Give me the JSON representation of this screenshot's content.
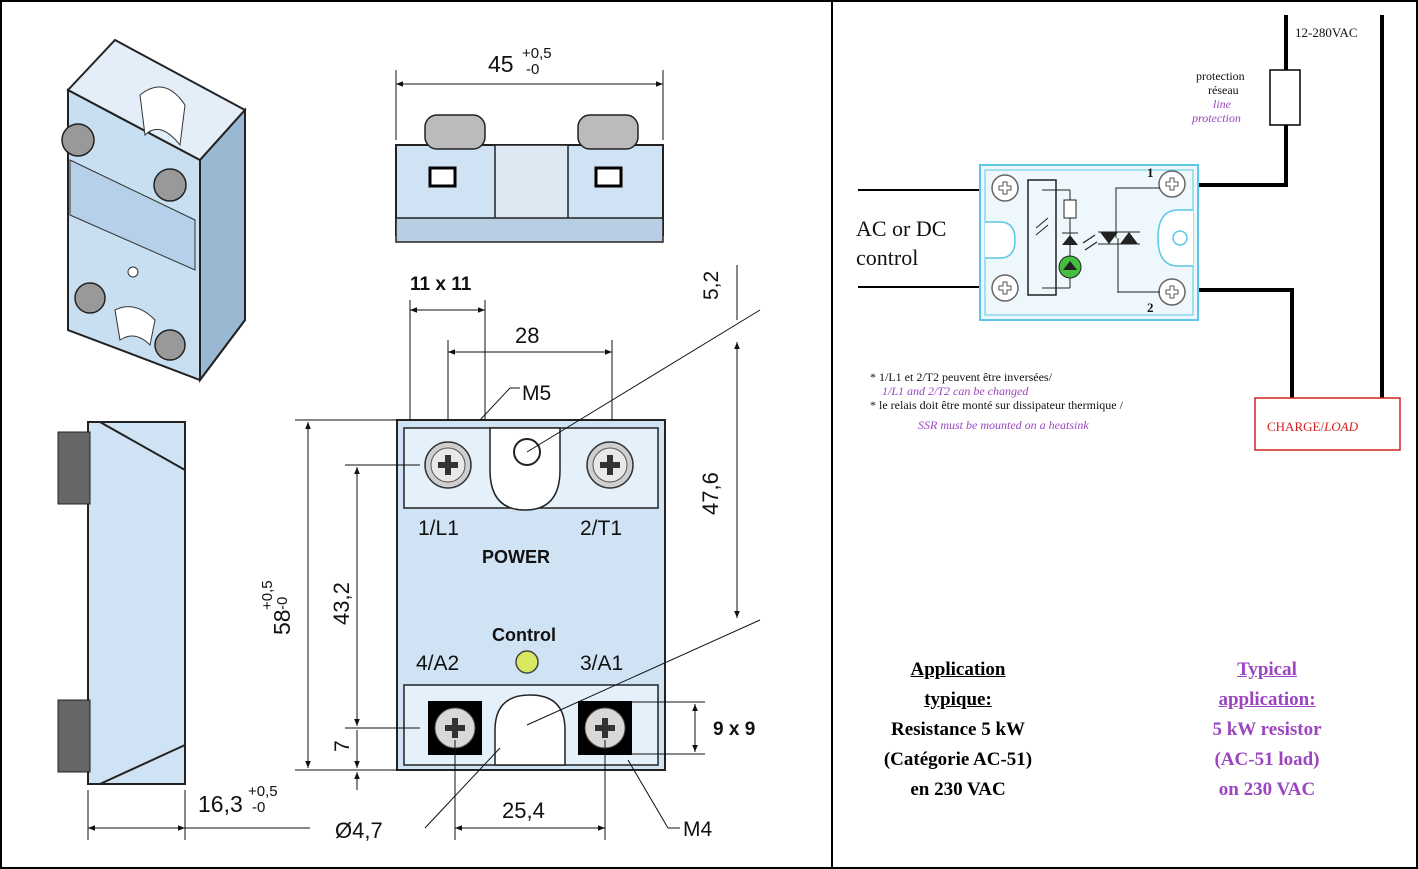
{
  "mechanical_drawing": {
    "dim_width": "45",
    "dim_width_tol_plus": "+0,5",
    "dim_width_tol_minus": "-0",
    "dim_terminal_square_top": "11 x 11",
    "dim_terminal_spacing_top": "28",
    "dim_mount_offset": "5,2",
    "dim_mount_spacing": "47,6",
    "dim_height": "58",
    "dim_height_tol_plus": "+0,5",
    "dim_height_tol_minus": "-0",
    "dim_terminal_vertical": "43,2",
    "dim_bottom_offset": "7",
    "dim_depth": "16,3",
    "dim_depth_tol_plus": "+0,5",
    "dim_depth_tol_minus": "-0",
    "dim_hole_diameter": "Ø4,7",
    "dim_terminal_spacing_bottom": "25,4",
    "dim_terminal_square_bottom": "9 x 9",
    "screw_top": "M5",
    "screw_bottom": "M4",
    "label_l1": "1/L1",
    "label_t1": "2/T1",
    "label_power": "POWER",
    "label_control": "Control",
    "label_a2": "4/A2",
    "label_a1": "3/A1"
  },
  "wiring_diagram": {
    "supply_voltage": "12-280VAC",
    "protection_fr_1": "protection",
    "protection_fr_2": "réseau",
    "protection_en_1": "line",
    "protection_en_2": "protection",
    "control_label_1": "AC or DC",
    "control_label_2": "control",
    "terminal_1": "1",
    "terminal_2": "2",
    "load_fr": "CHARGE/",
    "load_en": "LOAD",
    "note1_fr": "* 1/L1 et 2/T2  peuvent être inversées/",
    "note1_en": "1/L1 and  2/T2 can be changed",
    "note2_fr": "*  le relais doit être monté sur dissipateur thermique /",
    "note2_en": "SSR must be mounted on a heatsink"
  },
  "application_fr": {
    "title_1": "Application",
    "title_2": "typique:",
    "line_1": "Resistance 5 kW",
    "line_2": "(Catégorie AC-51)",
    "line_3": "en 230 VAC"
  },
  "application_en": {
    "title_1": "Typical",
    "title_2": "application:",
    "line_1": "5 kW resistor",
    "line_2": "(AC-51 load)",
    "line_3": "on 230 VAC"
  },
  "colors": {
    "body_fill": "#cfe3f4",
    "body_light": "#e4f0fa",
    "outline": "#222222",
    "accent_purple": "#9b45c0",
    "load_red": "#d42020",
    "relay_cyan": "#5cc8e8",
    "led_green": "#44c040"
  },
  "icons": [
    "screw-terminal-icon",
    "indicator-led-icon",
    "optocoupler-icon",
    "triac-icon",
    "fuse-icon"
  ]
}
